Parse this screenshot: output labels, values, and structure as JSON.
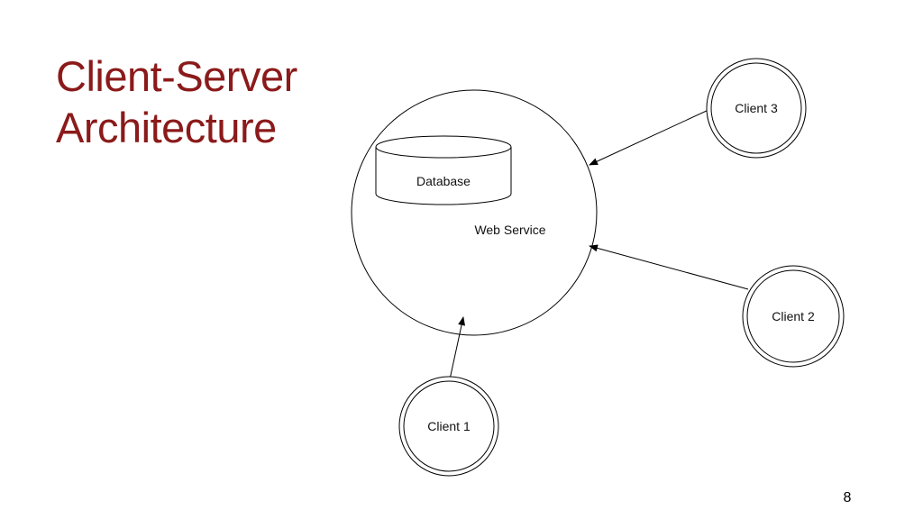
{
  "slide": {
    "title_lines": [
      "Client-Server",
      "Architecture"
    ],
    "title_color": "#8b1a1a",
    "page_number": "8"
  },
  "diagram": {
    "nodes": {
      "web_service": {
        "label": "Web Service",
        "shape": "circle"
      },
      "database": {
        "label": "Database",
        "shape": "cylinder"
      },
      "client_1": {
        "label": "Client 1",
        "shape": "double-circle"
      },
      "client_2": {
        "label": "Client 2",
        "shape": "double-circle"
      },
      "client_3": {
        "label": "Client 3",
        "shape": "double-circle"
      }
    },
    "edges": [
      {
        "from": "client_1",
        "to": "web_service"
      },
      {
        "from": "client_2",
        "to": "web_service"
      },
      {
        "from": "client_3",
        "to": "web_service"
      }
    ]
  }
}
